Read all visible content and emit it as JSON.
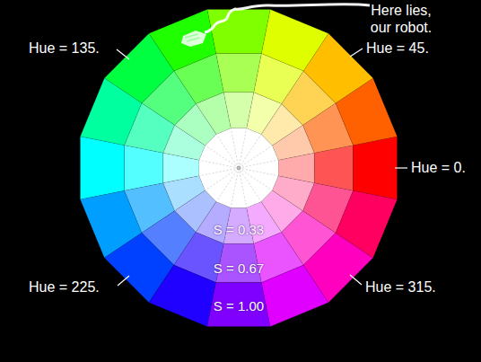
{
  "diagram": {
    "labels": [
      "Here lies, our robot.",
      "Hue = 135.",
      "Hue = 45.",
      "Hue = 0.",
      "Hue = 225.",
      "Hue = 315.",
      "S = 0.33",
      "S = 0.67",
      "S = 1.00"
    ]
  }
}
